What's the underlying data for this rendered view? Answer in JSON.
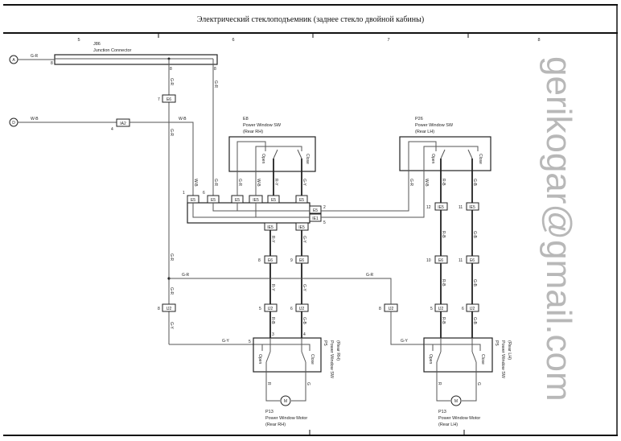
{
  "title": "Электрический стеклоподъемник   (заднее стекло двойной кабины)",
  "columns": [
    "5",
    "6",
    "7",
    "8"
  ],
  "terminals": {
    "a": "A",
    "d": "D"
  },
  "j86": {
    "code": "J86",
    "name": "Junction Connector"
  },
  "e8": {
    "code": "E8",
    "name": "Power Window SW",
    "side": "(Rear RH)"
  },
  "p26": {
    "code": "P26",
    "name": "Power Window SW",
    "side": "(Rear LH)"
  },
  "p5_rh": {
    "code": "P5",
    "name": "Power Window SW",
    "side": "(Rear RH)"
  },
  "p5_lh": {
    "code": "P5",
    "name": "Power Window SW",
    "side": "(Rear LH)"
  },
  "p13_rh": {
    "code": "P13",
    "name": "Power Window Motor",
    "side": "(Rear RH)"
  },
  "p13_lh": {
    "code": "P13",
    "name": "Power Window Motor",
    "side": "(Rear LH)"
  },
  "switch": {
    "open": "Open",
    "close": "Close"
  },
  "motor": "M",
  "connectors": {
    "e5": "E5",
    "ie5": "IE5",
    "e6": "E6",
    "ij2": "IJ2",
    "ia2": "IA2",
    "ie1": "IE1"
  },
  "wires": {
    "gr": "G-R",
    "wb": "W-B",
    "gy": "G-Y",
    "ry": "R-Y",
    "rb": "R-B",
    "gb": "G-B",
    "r": "R",
    "g": "G"
  },
  "pins": [
    "1",
    "2",
    "3",
    "4",
    "5",
    "6",
    "7",
    "8",
    "9",
    "10",
    "11",
    "12"
  ],
  "watermark": "gerikogar@gmail.com"
}
